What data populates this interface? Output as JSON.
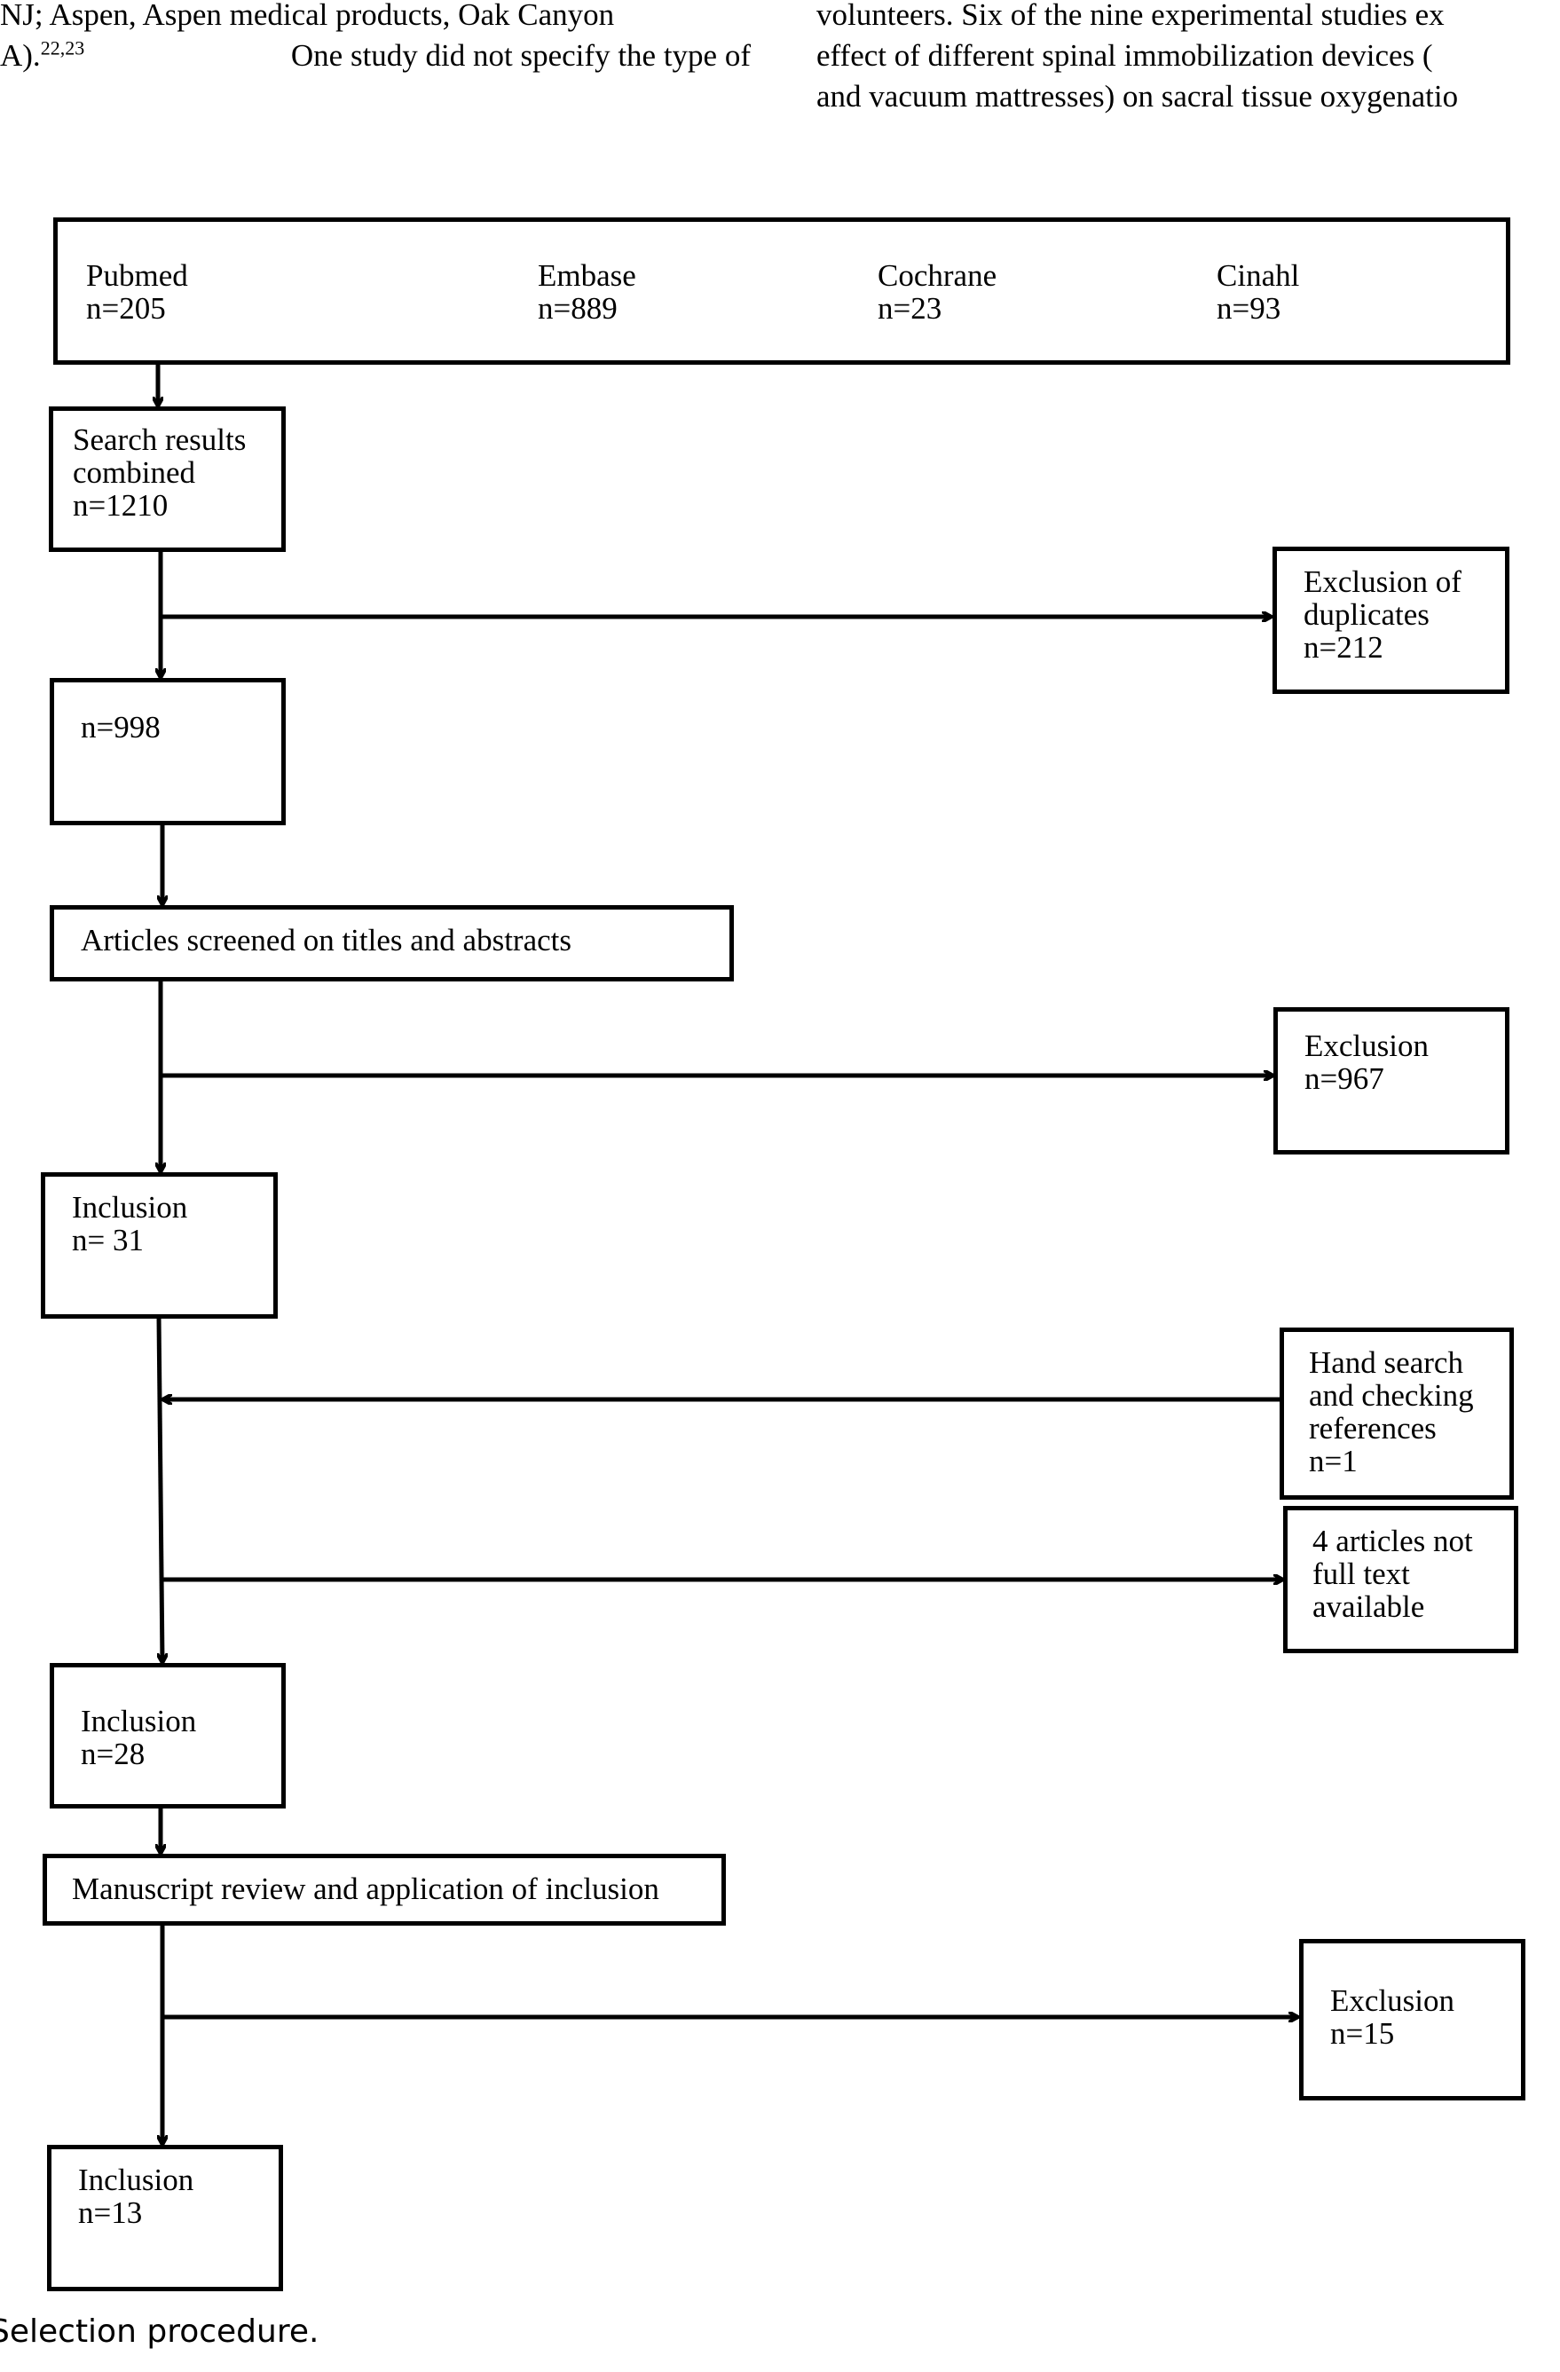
{
  "context_text": {
    "left_line1": "NJ; Aspen, Aspen medical products, Oak Canyon",
    "left_line2_pre": "A).",
    "left_line2_sup": "22,23",
    "left_line2_post": " One study did not specify the type of",
    "right_line1": "volunteers. Six of the nine experimental studies ex",
    "right_line2": "effect of different spinal immobilization devices (",
    "right_line3": "and vacuum mattresses) on sacral tissue oxygenatio"
  },
  "databases": [
    {
      "name": "Pubmed",
      "count": "n=205"
    },
    {
      "name": "Embase",
      "count": "n=889"
    },
    {
      "name": "Cochrane",
      "count": "n=23"
    },
    {
      "name": "Cinahl",
      "count": "n=93"
    }
  ],
  "boxes": {
    "combined": "Search results\n combined\n n=1210",
    "duplicates": "Exclusion of\nduplicates\nn=212",
    "after_duplicates": "n=998",
    "screened": "Articles screened on titles and abstracts",
    "exclusion_screen": "Exclusion\nn=967",
    "inclusion_31": "Inclusion\nn= 31",
    "hand_search": "Hand search\nand checking\nreferences\nn=1",
    "not_full_text": "4 articles not\nfull text\navailable",
    "inclusion_28": "Inclusion\nn=28",
    "manuscript_review": "Manuscript review and application of inclusion",
    "exclusion_review": "Exclusion\nn=15",
    "inclusion_13": "Inclusion\nn=13"
  },
  "caption": "Selection procedure."
}
